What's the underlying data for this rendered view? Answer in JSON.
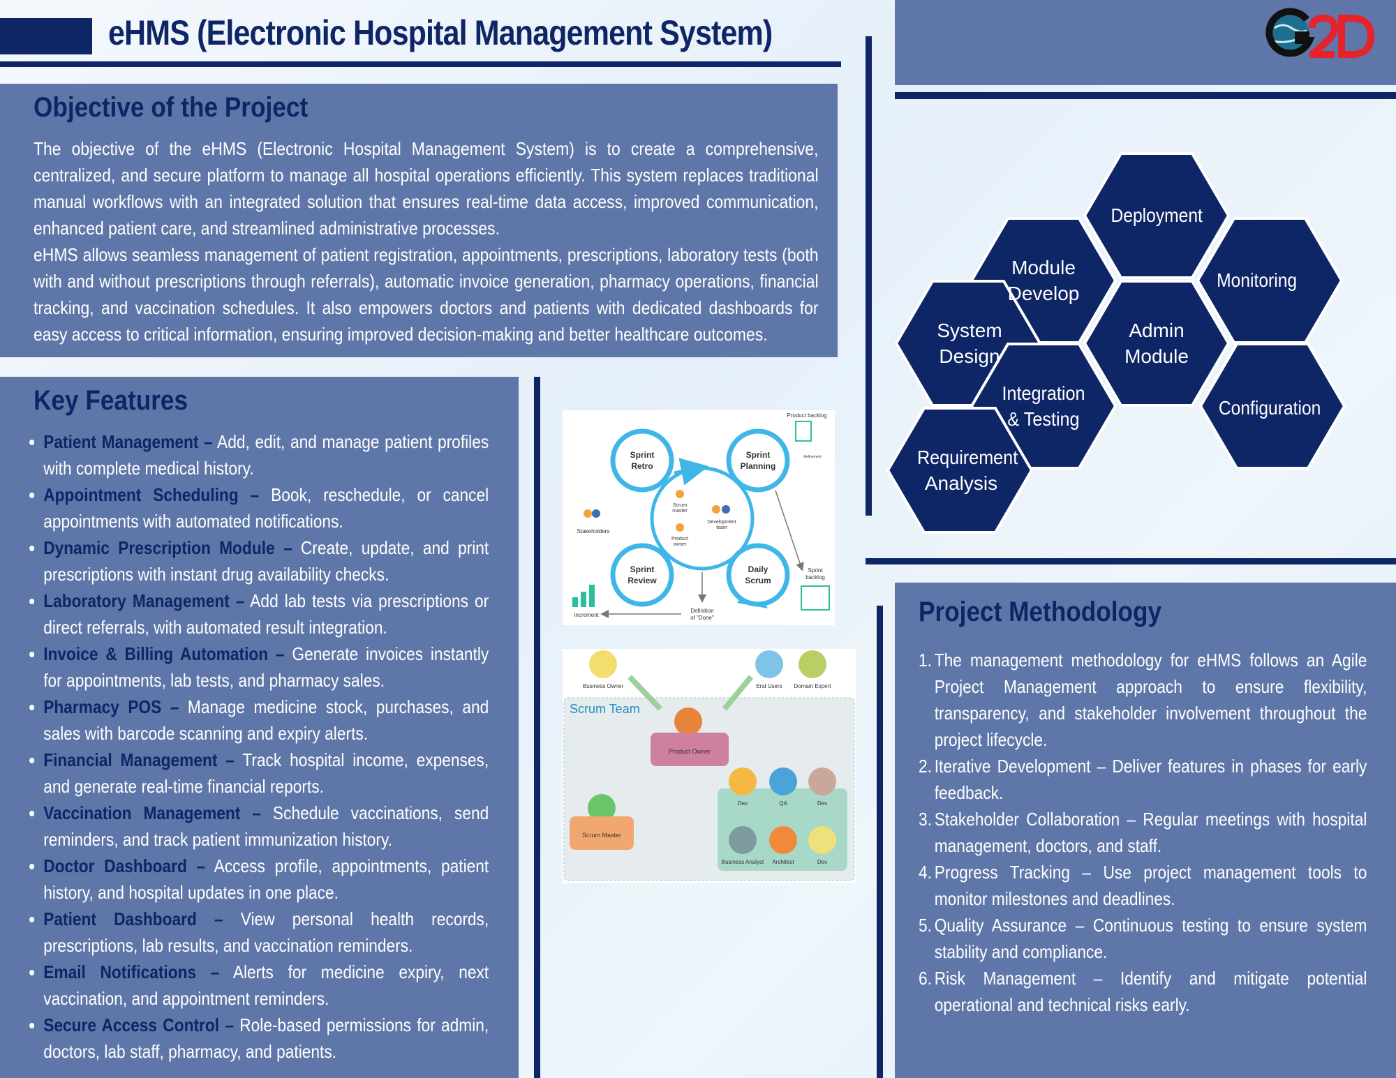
{
  "header": {
    "title": "eHMS (Electronic Hospital Management System)",
    "logo_text": "G2D"
  },
  "objective": {
    "heading": "Objective of the Project",
    "paragraphs": [
      "The objective of the eHMS (Electronic Hospital Management System) is to create a comprehensive, centralized, and secure platform to manage all hospital operations efficiently. This system replaces traditional manual workflows with an integrated solution that ensures real-time data access, improved communication, enhanced patient care, and streamlined administrative processes.",
      "eHMS allows seamless management of patient registration, appointments, prescriptions, laboratory tests (both with and without prescriptions through referrals), automatic invoice generation, pharmacy operations, financial tracking, and vaccination schedules. It also empowers doctors and patients with dedicated dashboards for easy access to critical information, ensuring improved decision-making and better healthcare outcomes."
    ]
  },
  "features": {
    "heading": "Key Features",
    "items": [
      {
        "name": "Patient Management –",
        "desc": " Add, edit, and manage patient profiles with complete medical history."
      },
      {
        "name": "Appointment Scheduling –",
        "desc": " Book, reschedule, or cancel appointments with automated notifications."
      },
      {
        "name": "Dynamic Prescription Module –",
        "desc": " Create, update, and print prescriptions with instant drug availability checks."
      },
      {
        "name": "Laboratory Management –",
        "desc": " Add lab tests via prescriptions or direct referrals, with automated result integration."
      },
      {
        "name": "Invoice & Billing Automation –",
        "desc": " Generate invoices instantly for appointments, lab tests, and pharmacy sales."
      },
      {
        "name": "Pharmacy POS –",
        "desc": " Manage medicine stock, purchases, and sales with barcode scanning and expiry alerts."
      },
      {
        "name": "Financial Management –",
        "desc": " Track hospital income, expenses, and generate real-time financial reports."
      },
      {
        "name": "Vaccination Management –",
        "desc": " Schedule vaccinations, send reminders, and track patient immunization history."
      },
      {
        "name": "Doctor Dashboard –",
        "desc": " Access profile, appointments, patient history, and hospital updates in one place."
      },
      {
        "name": "Patient Dashboard –",
        "desc": " View personal health records, prescriptions, lab results, and vaccination reminders."
      },
      {
        "name": "Email Notifications –",
        "desc": " Alerts for medicine expiry, next vaccination, and appointment reminders."
      },
      {
        "name": "Secure Access Control –",
        "desc": " Role-based permissions for admin, doctors, lab staff, pharmacy, and patients."
      }
    ]
  },
  "agile": {
    "product_backlog": "Product backlog",
    "refinement": "Refinement",
    "sprint_retro": [
      "Sprint",
      "Retro"
    ],
    "sprint_planning": [
      "Sprint",
      "Planning"
    ],
    "sprint_review": [
      "Sprint",
      "Review"
    ],
    "daily_scrum": [
      "Daily",
      "Scrum"
    ],
    "scrum_master": [
      "Scrum",
      "master"
    ],
    "product_owner": [
      "Product",
      "owner"
    ],
    "development_team": [
      "Development",
      "team"
    ],
    "stakeholders": "Stakeholders",
    "sprint_backlog": [
      "Sprint",
      "backlog"
    ],
    "increment": "Increment",
    "definition_done": [
      "Definition",
      "of \"Done\""
    ]
  },
  "scrum_team": {
    "title": "Scrum Team",
    "business_owner": "Business Owner",
    "end_users": "End Users",
    "domain_expert": "Domain Expert",
    "product_owner": "Product Owner",
    "scrum_master": "Scrum Master",
    "dev": "Dev",
    "qa": "QA",
    "business_analyst": "Business Analyst",
    "architect": "Architect"
  },
  "hexagons": {
    "deployment": [
      "Deployment"
    ],
    "module_develop": [
      "Module",
      "Develop"
    ],
    "monitoring": [
      "Monitoring"
    ],
    "system_design": [
      "System",
      "Design"
    ],
    "admin_module": [
      "Admin",
      "Module"
    ],
    "integration_testing": [
      "Integration",
      "& Testing"
    ],
    "configuration": [
      "Configuration"
    ],
    "requirement_analysis": [
      "Requirement",
      "Analysis"
    ]
  },
  "methodology": {
    "heading": "Project Methodology",
    "items": [
      "The management methodology for eHMS follows an Agile Project Management approach to ensure flexibility, transparency, and stakeholder involvement throughout the project lifecycle.",
      "Iterative Development – Deliver features in phases for early feedback.",
      "Stakeholder Collaboration – Regular meetings with hospital management, doctors, and staff.",
      "Progress Tracking – Use project management tools to monitor milestones and deadlines.",
      "Quality Assurance – Continuous testing to ensure system stability and compliance.",
      "Risk Management – Identify and mitigate potential operational and technical risks early."
    ],
    "numbers": [
      "1.",
      "2.",
      "3.",
      "4.",
      "5.",
      "6."
    ]
  },
  "colors": {
    "navy": "#0e2566",
    "panel": "#5f77a8",
    "agile_blue": "#3fb6e8",
    "logo_red": "#e5232d"
  }
}
